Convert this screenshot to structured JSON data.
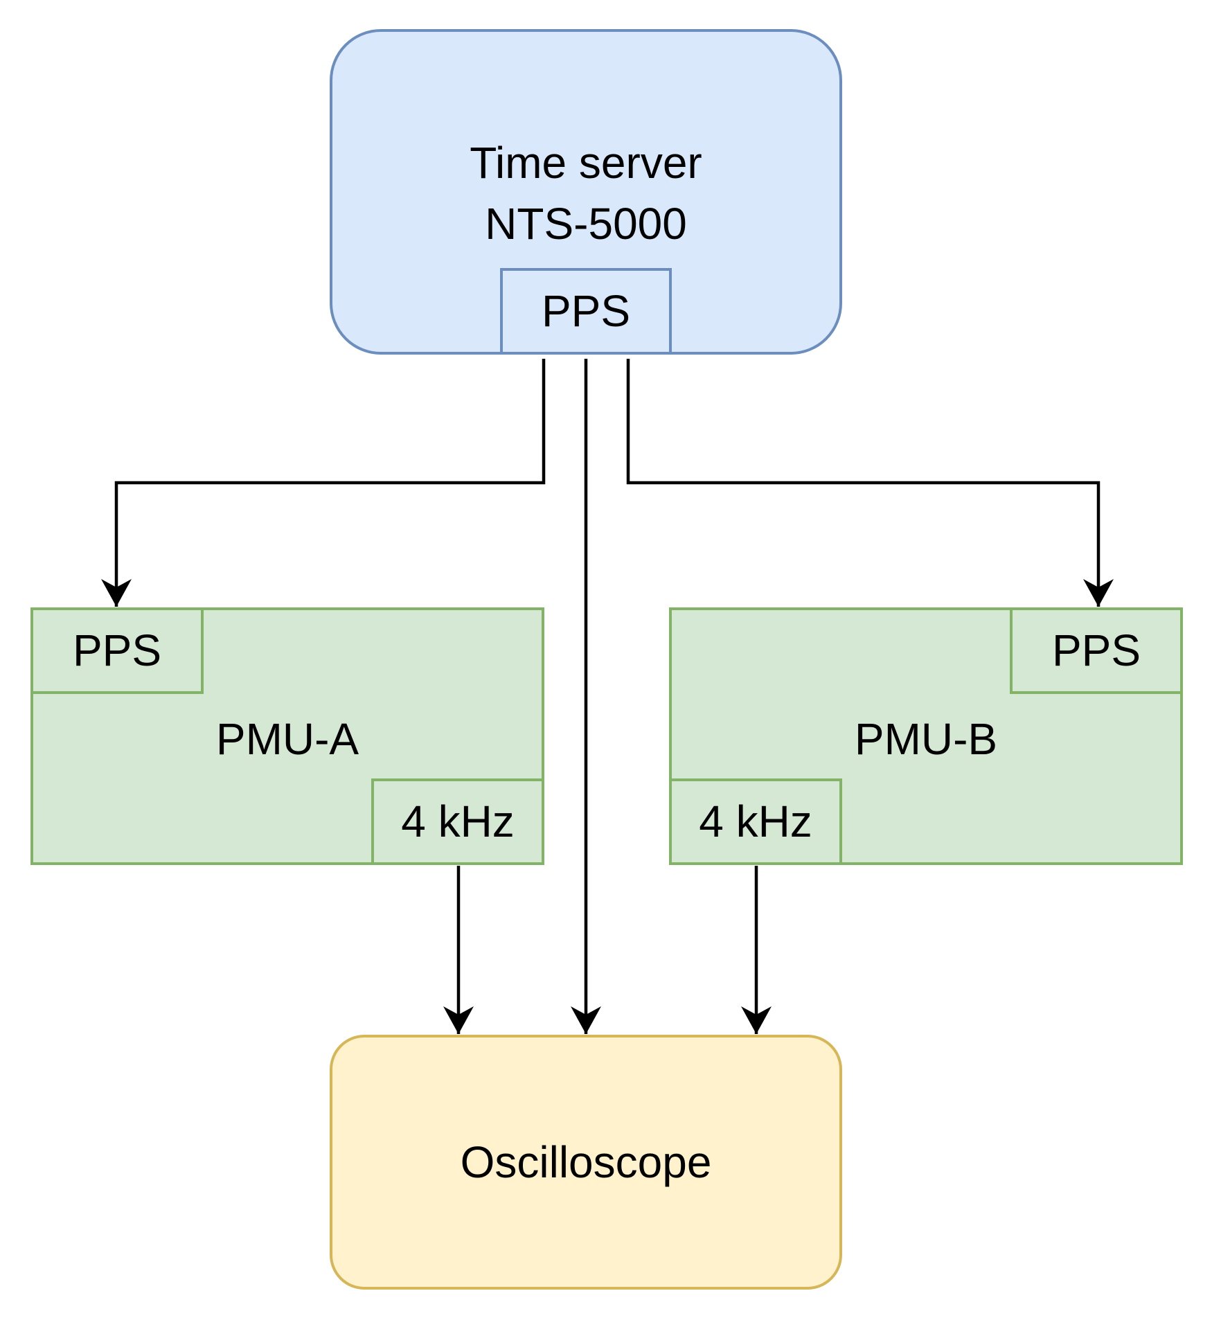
{
  "diagram": {
    "time_server": {
      "line1": "Time server",
      "line2": "NTS-5000",
      "port": "PPS"
    },
    "pmu_a": {
      "label": "PMU-A",
      "pps_port": "PPS",
      "out_port": "4 kHz"
    },
    "pmu_b": {
      "label": "PMU-B",
      "pps_port": "PPS",
      "out_port": "4 kHz"
    },
    "oscilloscope": {
      "label": "Oscilloscope"
    },
    "colors": {
      "blue_fill": "#dae8fc",
      "blue_stroke": "#6c8ebf",
      "green_fill": "#d5e8d4",
      "green_stroke": "#82b366",
      "yellow_fill": "#fff2cc",
      "yellow_stroke": "#d6b656",
      "wire": "#000000"
    },
    "connections": [
      {
        "from": "time_server.PPS",
        "to": "pmu_a.PPS"
      },
      {
        "from": "time_server.PPS",
        "to": "oscilloscope"
      },
      {
        "from": "time_server.PPS",
        "to": "pmu_b.PPS"
      },
      {
        "from": "pmu_a.4 kHz",
        "to": "oscilloscope"
      },
      {
        "from": "pmu_b.4 kHz",
        "to": "oscilloscope"
      }
    ]
  }
}
